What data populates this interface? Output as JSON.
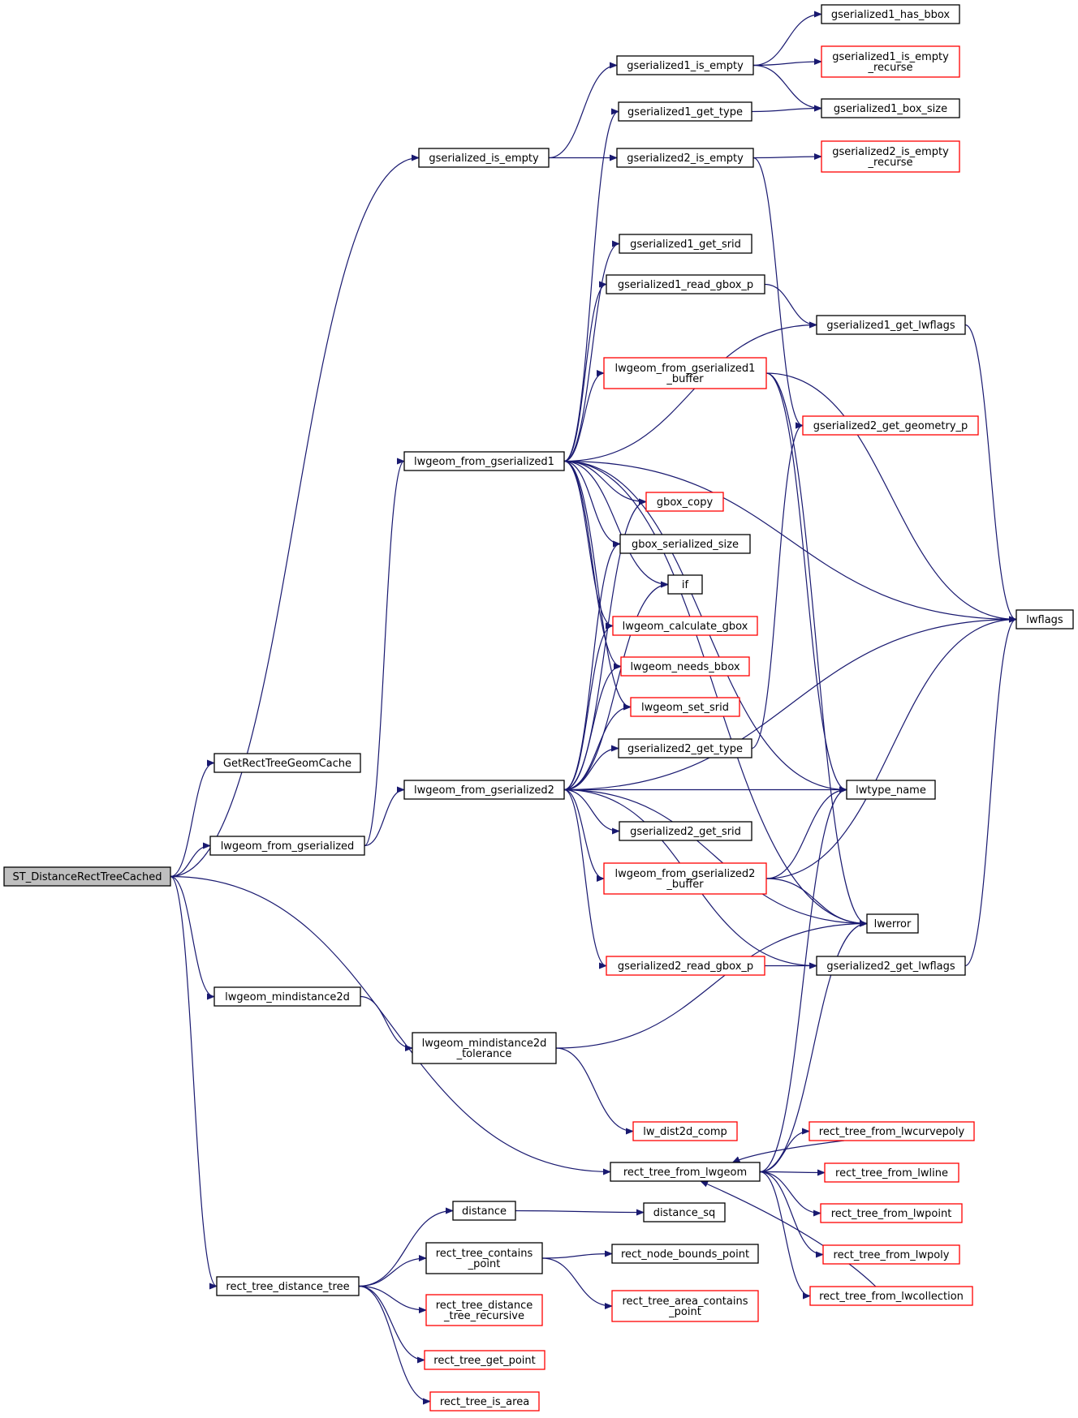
{
  "nodes": [
    {
      "id": "ST_DistanceRectTreeCached",
      "lines": [
        "ST_DistanceRectTreeCached"
      ],
      "style": "root"
    },
    {
      "id": "GetRectTreeGeomCache",
      "lines": [
        "GetRectTreeGeomCache"
      ],
      "style": "black"
    },
    {
      "id": "lwgeom_from_gserialized",
      "lines": [
        "lwgeom_from_gserialized"
      ],
      "style": "black"
    },
    {
      "id": "lwgeom_mindistance2d",
      "lines": [
        "lwgeom_mindistance2d"
      ],
      "style": "black"
    },
    {
      "id": "rect_tree_distance_tree",
      "lines": [
        "rect_tree_distance_tree"
      ],
      "style": "black"
    },
    {
      "id": "gserialized_is_empty",
      "lines": [
        "gserialized_is_empty"
      ],
      "style": "black"
    },
    {
      "id": "lwgeom_from_gserialized1",
      "lines": [
        "lwgeom_from_gserialized1"
      ],
      "style": "black"
    },
    {
      "id": "lwgeom_from_gserialized2",
      "lines": [
        "lwgeom_from_gserialized2"
      ],
      "style": "black"
    },
    {
      "id": "lwgeom_mindistance2d_tolerance",
      "lines": [
        "lwgeom_mindistance2d",
        "_tolerance"
      ],
      "style": "black"
    },
    {
      "id": "distance",
      "lines": [
        "distance"
      ],
      "style": "black"
    },
    {
      "id": "rect_tree_contains_point",
      "lines": [
        "rect_tree_contains",
        "_point"
      ],
      "style": "black"
    },
    {
      "id": "rect_tree_distance_tree_recursive",
      "lines": [
        "rect_tree_distance",
        "_tree_recursive"
      ],
      "style": "red"
    },
    {
      "id": "rect_tree_get_point",
      "lines": [
        "rect_tree_get_point"
      ],
      "style": "red"
    },
    {
      "id": "rect_tree_is_area",
      "lines": [
        "rect_tree_is_area"
      ],
      "style": "red"
    },
    {
      "id": "gserialized1_is_empty",
      "lines": [
        "gserialized1_is_empty"
      ],
      "style": "black"
    },
    {
      "id": "gserialized1_get_type",
      "lines": [
        "gserialized1_get_type"
      ],
      "style": "black"
    },
    {
      "id": "gserialized2_is_empty",
      "lines": [
        "gserialized2_is_empty"
      ],
      "style": "black"
    },
    {
      "id": "gserialized1_get_srid",
      "lines": [
        "gserialized1_get_srid"
      ],
      "style": "black"
    },
    {
      "id": "gserialized1_read_gbox_p",
      "lines": [
        "gserialized1_read_gbox_p"
      ],
      "style": "black"
    },
    {
      "id": "lwgeom_from_gserialized1_buffer",
      "lines": [
        "lwgeom_from_gserialized1",
        "_buffer"
      ],
      "style": "red"
    },
    {
      "id": "gbox_copy",
      "lines": [
        "gbox_copy"
      ],
      "style": "red"
    },
    {
      "id": "gbox_serialized_size",
      "lines": [
        "gbox_serialized_size"
      ],
      "style": "black"
    },
    {
      "id": "if",
      "lines": [
        "if"
      ],
      "style": "black"
    },
    {
      "id": "lwgeom_calculate_gbox",
      "lines": [
        "lwgeom_calculate_gbox"
      ],
      "style": "red"
    },
    {
      "id": "lwgeom_needs_bbox",
      "lines": [
        "lwgeom_needs_bbox"
      ],
      "style": "red"
    },
    {
      "id": "lwgeom_set_srid",
      "lines": [
        "lwgeom_set_srid"
      ],
      "style": "red"
    },
    {
      "id": "gserialized2_get_type",
      "lines": [
        "gserialized2_get_type"
      ],
      "style": "black"
    },
    {
      "id": "gserialized2_get_srid",
      "lines": [
        "gserialized2_get_srid"
      ],
      "style": "black"
    },
    {
      "id": "lwgeom_from_gserialized2_buffer",
      "lines": [
        "lwgeom_from_gserialized2",
        "_buffer"
      ],
      "style": "red"
    },
    {
      "id": "gserialized2_read_gbox_p",
      "lines": [
        "gserialized2_read_gbox_p"
      ],
      "style": "red"
    },
    {
      "id": "lw_dist2d_comp",
      "lines": [
        "lw_dist2d_comp"
      ],
      "style": "red"
    },
    {
      "id": "rect_tree_from_lwgeom",
      "lines": [
        "rect_tree_from_lwgeom"
      ],
      "style": "black"
    },
    {
      "id": "distance_sq",
      "lines": [
        "distance_sq"
      ],
      "style": "black"
    },
    {
      "id": "rect_node_bounds_point",
      "lines": [
        "rect_node_bounds_point"
      ],
      "style": "black"
    },
    {
      "id": "rect_tree_area_contains_point",
      "lines": [
        "rect_tree_area_contains",
        "_point"
      ],
      "style": "red"
    },
    {
      "id": "gserialized1_has_bbox",
      "lines": [
        "gserialized1_has_bbox"
      ],
      "style": "black"
    },
    {
      "id": "gserialized1_is_empty_recurse",
      "lines": [
        "gserialized1_is_empty",
        "_recurse"
      ],
      "style": "red"
    },
    {
      "id": "gserialized1_box_size",
      "lines": [
        "gserialized1_box_size"
      ],
      "style": "black"
    },
    {
      "id": "gserialized2_is_empty_recurse",
      "lines": [
        "gserialized2_is_empty",
        "_recurse"
      ],
      "style": "red"
    },
    {
      "id": "gserialized1_get_lwflags",
      "lines": [
        "gserialized1_get_lwflags"
      ],
      "style": "black"
    },
    {
      "id": "gserialized2_get_geometry_p",
      "lines": [
        "gserialized2_get_geometry_p"
      ],
      "style": "red"
    },
    {
      "id": "lwtype_name",
      "lines": [
        "lwtype_name"
      ],
      "style": "black"
    },
    {
      "id": "lwerror",
      "lines": [
        "lwerror"
      ],
      "style": "black"
    },
    {
      "id": "gserialized2_get_lwflags",
      "lines": [
        "gserialized2_get_lwflags"
      ],
      "style": "black"
    },
    {
      "id": "rect_tree_from_lwcurvepoly",
      "lines": [
        "rect_tree_from_lwcurvepoly"
      ],
      "style": "red"
    },
    {
      "id": "rect_tree_from_lwline",
      "lines": [
        "rect_tree_from_lwline"
      ],
      "style": "red"
    },
    {
      "id": "rect_tree_from_lwpoint",
      "lines": [
        "rect_tree_from_lwpoint"
      ],
      "style": "red"
    },
    {
      "id": "rect_tree_from_lwpoly",
      "lines": [
        "rect_tree_from_lwpoly"
      ],
      "style": "red"
    },
    {
      "id": "rect_tree_from_lwcollection",
      "lines": [
        "rect_tree_from_lwcollection"
      ],
      "style": "red"
    },
    {
      "id": "lwflags",
      "lines": [
        "lwflags"
      ],
      "style": "black"
    }
  ],
  "edges": [
    [
      "ST_DistanceRectTreeCached",
      "GetRectTreeGeomCache"
    ],
    [
      "ST_DistanceRectTreeCached",
      "gserialized_is_empty"
    ],
    [
      "ST_DistanceRectTreeCached",
      "lwgeom_from_gserialized"
    ],
    [
      "ST_DistanceRectTreeCached",
      "lwgeom_mindistance2d"
    ],
    [
      "ST_DistanceRectTreeCached",
      "rect_tree_from_lwgeom"
    ],
    [
      "ST_DistanceRectTreeCached",
      "rect_tree_distance_tree"
    ],
    [
      "gserialized_is_empty",
      "gserialized1_is_empty"
    ],
    [
      "gserialized_is_empty",
      "gserialized2_is_empty"
    ],
    [
      "gserialized1_is_empty",
      "gserialized1_has_bbox"
    ],
    [
      "gserialized1_is_empty",
      "gserialized1_is_empty_recurse"
    ],
    [
      "gserialized1_is_empty",
      "gserialized1_box_size"
    ],
    [
      "gserialized1_get_type",
      "gserialized1_box_size"
    ],
    [
      "gserialized2_is_empty",
      "gserialized2_is_empty_recurse"
    ],
    [
      "gserialized2_is_empty",
      "gserialized2_get_geometry_p"
    ],
    [
      "gserialized1_read_gbox_p",
      "gserialized1_get_lwflags"
    ],
    [
      "gserialized1_get_lwflags",
      "lwflags"
    ],
    [
      "lwgeom_from_gserialized",
      "lwgeom_from_gserialized1"
    ],
    [
      "lwgeom_from_gserialized",
      "lwgeom_from_gserialized2"
    ],
    [
      "lwgeom_from_gserialized1",
      "gserialized1_get_type"
    ],
    [
      "lwgeom_from_gserialized1",
      "lwflags"
    ],
    [
      "lwgeom_from_gserialized1",
      "gserialized1_get_srid"
    ],
    [
      "lwgeom_from_gserialized1",
      "gserialized1_read_gbox_p"
    ],
    [
      "lwgeom_from_gserialized1",
      "gserialized1_get_lwflags"
    ],
    [
      "lwgeom_from_gserialized1",
      "lwgeom_from_gserialized1_buffer"
    ],
    [
      "lwgeom_from_gserialized1",
      "lwtype_name"
    ],
    [
      "lwgeom_from_gserialized1",
      "lwerror"
    ],
    [
      "lwgeom_from_gserialized1",
      "gbox_copy"
    ],
    [
      "lwgeom_from_gserialized1",
      "gbox_serialized_size"
    ],
    [
      "lwgeom_from_gserialized1",
      "if"
    ],
    [
      "lwgeom_from_gserialized1",
      "lwgeom_calculate_gbox"
    ],
    [
      "lwgeom_from_gserialized1",
      "lwgeom_needs_bbox"
    ],
    [
      "lwgeom_from_gserialized1",
      "lwgeom_set_srid"
    ],
    [
      "lwgeom_from_gserialized1_buffer",
      "lwflags"
    ],
    [
      "lwgeom_from_gserialized1_buffer",
      "lwtype_name"
    ],
    [
      "lwgeom_from_gserialized1_buffer",
      "lwerror"
    ],
    [
      "lwgeom_from_gserialized2",
      "gbox_copy"
    ],
    [
      "lwgeom_from_gserialized2",
      "gbox_serialized_size"
    ],
    [
      "lwgeom_from_gserialized2",
      "if"
    ],
    [
      "lwgeom_from_gserialized2",
      "lwgeom_calculate_gbox"
    ],
    [
      "lwgeom_from_gserialized2",
      "lwgeom_needs_bbox"
    ],
    [
      "lwgeom_from_gserialized2",
      "lwgeom_set_srid"
    ],
    [
      "lwgeom_from_gserialized2",
      "gserialized2_get_type"
    ],
    [
      "lwgeom_from_gserialized2",
      "lwtype_name"
    ],
    [
      "lwgeom_from_gserialized2",
      "gserialized2_get_srid"
    ],
    [
      "lwgeom_from_gserialized2",
      "lwgeom_from_gserialized2_buffer"
    ],
    [
      "lwgeom_from_gserialized2",
      "lwerror"
    ],
    [
      "lwgeom_from_gserialized2",
      "gserialized2_read_gbox_p"
    ],
    [
      "lwgeom_from_gserialized2",
      "gserialized2_get_lwflags"
    ],
    [
      "lwgeom_from_gserialized2",
      "lwflags"
    ],
    [
      "gserialized2_get_type",
      "gserialized2_get_geometry_p"
    ],
    [
      "lwgeom_from_gserialized2_buffer",
      "lwtype_name"
    ],
    [
      "lwgeom_from_gserialized2_buffer",
      "lwflags"
    ],
    [
      "lwgeom_from_gserialized2_buffer",
      "lwerror"
    ],
    [
      "gserialized2_read_gbox_p",
      "gserialized2_get_lwflags"
    ],
    [
      "gserialized2_get_lwflags",
      "lwflags"
    ],
    [
      "lwgeom_mindistance2d",
      "lwgeom_mindistance2d_tolerance"
    ],
    [
      "lwgeom_mindistance2d_tolerance",
      "lwerror"
    ],
    [
      "lwgeom_mindistance2d_tolerance",
      "lw_dist2d_comp"
    ],
    [
      "rect_tree_from_lwgeom",
      "lwtype_name"
    ],
    [
      "rect_tree_from_lwgeom",
      "lwerror"
    ],
    [
      "rect_tree_from_lwgeom",
      "rect_tree_from_lwcurvepoly"
    ],
    [
      "rect_tree_from_lwcurvepoly",
      "rect_tree_from_lwgeom"
    ],
    [
      "rect_tree_from_lwgeom",
      "rect_tree_from_lwline"
    ],
    [
      "rect_tree_from_lwgeom",
      "rect_tree_from_lwpoint"
    ],
    [
      "rect_tree_from_lwgeom",
      "rect_tree_from_lwpoly"
    ],
    [
      "rect_tree_from_lwgeom",
      "rect_tree_from_lwcollection"
    ],
    [
      "rect_tree_from_lwcollection",
      "rect_tree_from_lwgeom"
    ],
    [
      "rect_tree_distance_tree",
      "distance"
    ],
    [
      "rect_tree_distance_tree",
      "rect_tree_contains_point"
    ],
    [
      "rect_tree_distance_tree",
      "rect_tree_distance_tree_recursive"
    ],
    [
      "rect_tree_distance_tree",
      "rect_tree_get_point"
    ],
    [
      "rect_tree_distance_tree",
      "rect_tree_is_area"
    ],
    [
      "distance",
      "distance_sq"
    ],
    [
      "rect_tree_contains_point",
      "rect_node_bounds_point"
    ],
    [
      "rect_tree_contains_point",
      "rect_tree_area_contains_point"
    ]
  ]
}
